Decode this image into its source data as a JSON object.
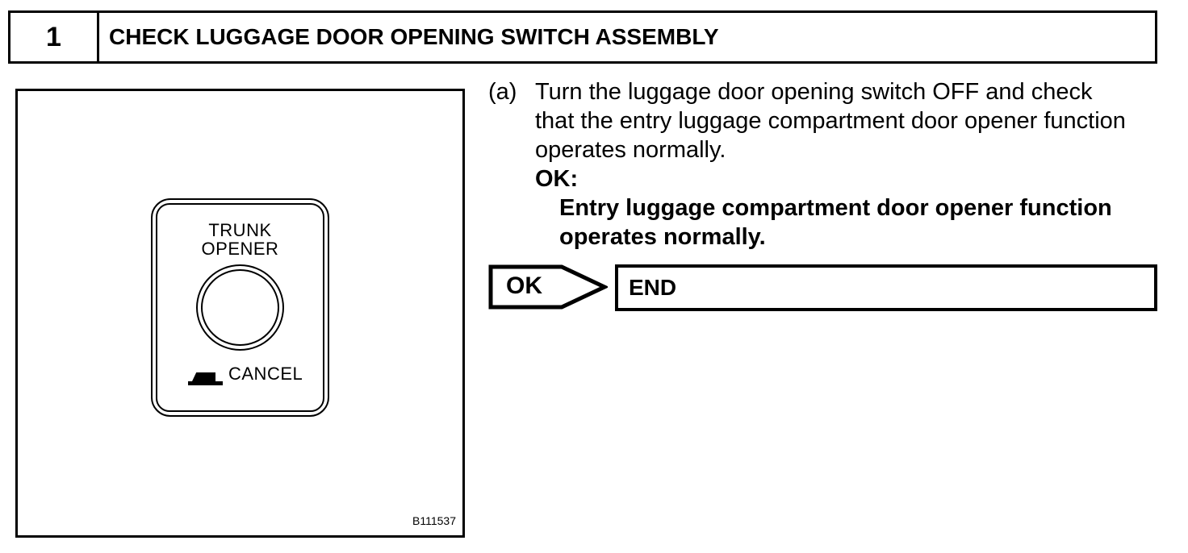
{
  "step": {
    "number": "1",
    "title": "CHECK LUGGAGE DOOR OPENING SWITCH ASSEMBLY"
  },
  "figure": {
    "code": "B111537",
    "switch": {
      "label_line1": "TRUNK",
      "label_line2": "OPENER",
      "cancel_label": "CANCEL",
      "cancel_icon": "pressed-lever-icon"
    }
  },
  "instruction": {
    "label": "(a)",
    "lines": {
      "0": "Turn the luggage door opening switch OFF and check",
      "1": "that the entry luggage compartment door opener function",
      "2": "operates normally."
    },
    "ok_heading": "OK:",
    "ok_result_lines": {
      "0": "Entry luggage compartment door opener function",
      "1": "operates normally."
    }
  },
  "flow": {
    "arrow_label": "OK",
    "end_label": "END"
  },
  "colors": {
    "ink": "#000000",
    "paper": "#ffffff"
  }
}
